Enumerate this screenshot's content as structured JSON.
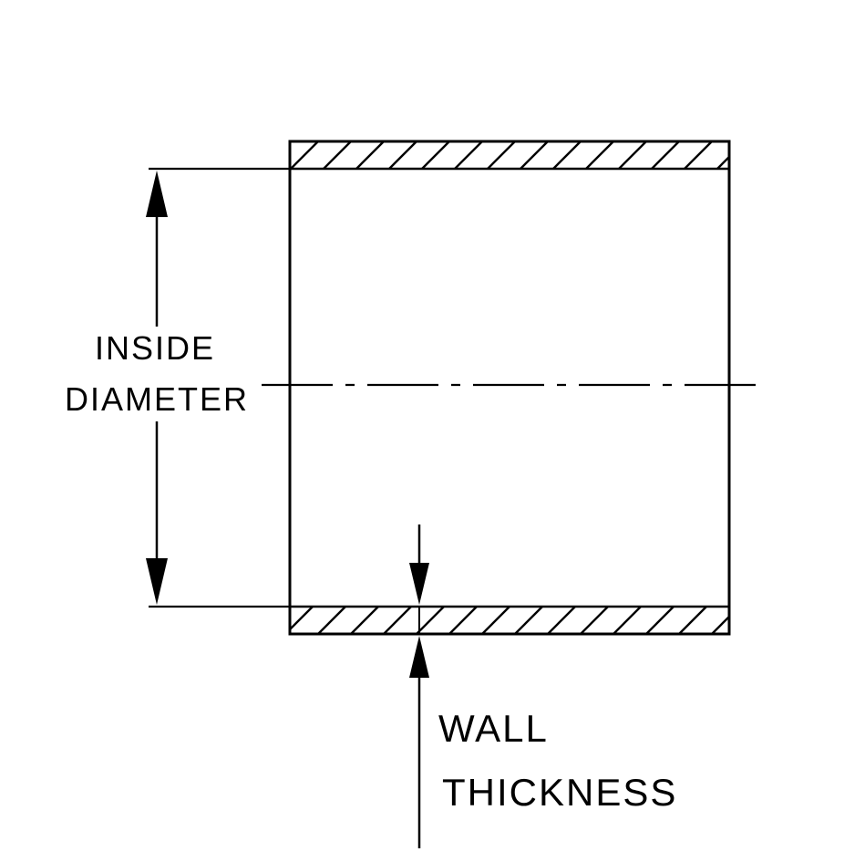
{
  "diagram": {
    "title": "tube-cross-section-dimension-drawing",
    "labels": {
      "inside_diameter_line1": "INSIDE",
      "inside_diameter_line2": "DIAMETER",
      "wall_thickness_line1": "WALL",
      "wall_thickness_line2": "THICKNESS"
    },
    "colors": {
      "line": "#000000",
      "background": "#ffffff"
    }
  }
}
